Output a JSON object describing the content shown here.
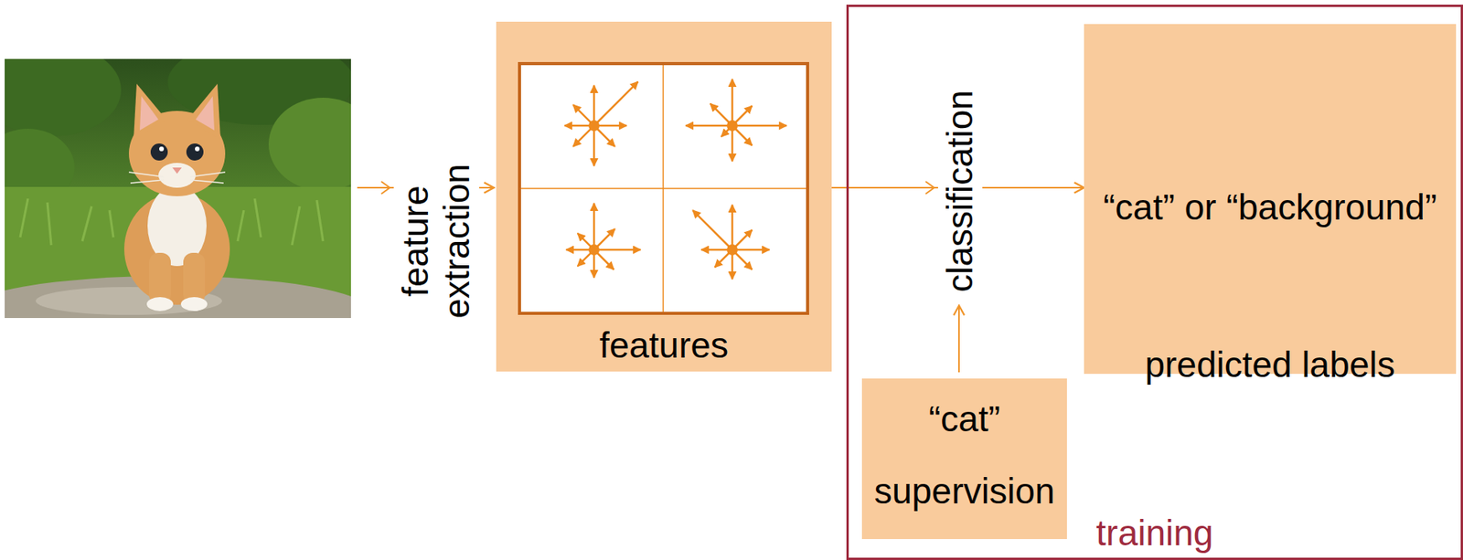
{
  "diagram": {
    "nodes": [
      {
        "text": [
          "features"
        ]
      },
      {
        "text": [
          "training"
        ]
      },
      {
        "text": [
          "“cat” or “background”",
          "predicted labels"
        ],
        "in": 1
      },
      {
        "text": [
          "“cat”",
          "supervision"
        ],
        "in": 1
      }
    ],
    "edges": [
      {
        "from": 0,
        "to": 2,
        "arrow": "to",
        "label": "classification"
      }
    ],
    "labels": [
      "feature extraction"
    ]
  }
}
